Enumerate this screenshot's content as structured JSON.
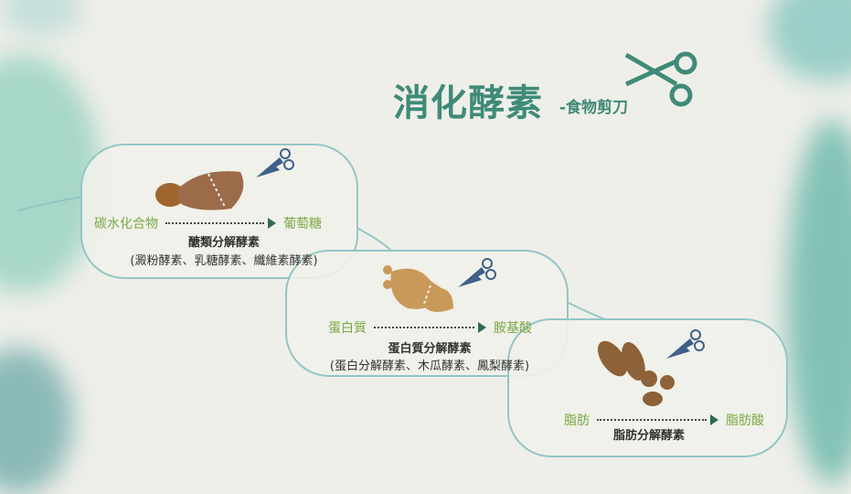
{
  "title": {
    "main": "消化酵素",
    "sub": "-食物剪刀"
  },
  "colors": {
    "title": "#3f8a78",
    "label_green": "#7aa843",
    "border": "#94c6c6",
    "food": "#c9995a",
    "scissors": "#3e5f8a"
  },
  "cards": [
    {
      "icon": "bread-icon",
      "source": "碳水化合物",
      "product": "葡萄糖",
      "enzyme": "醣類分解酵素",
      "examples": "(澱粉酵素、乳糖酵素、纖維素酵素)"
    },
    {
      "icon": "chicken-icon",
      "source": "蛋白質",
      "product": "胺基酸",
      "enzyme": "蛋白質分解酵素",
      "examples": "(蛋白分解酵素、木瓜酵素、鳳梨酵素)"
    },
    {
      "icon": "peanut-icon",
      "source": "脂肪",
      "product": "脂肪酸",
      "enzyme": "脂肪分解酵素"
    }
  ]
}
